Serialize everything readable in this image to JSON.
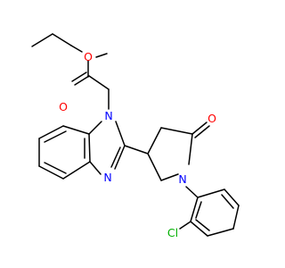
{
  "atoms": {
    "o_ester": "O",
    "o_carbonyl_ester": "O",
    "n_benz_1": "N",
    "n_benz_3": "N",
    "o_lactam": "O",
    "n_pyrrolidine": "N",
    "cl": "Cl"
  },
  "colors": {
    "oxygen": "#ff0000",
    "nitrogen": "#0000ff",
    "chlorine": "#00b000",
    "bond": "#000000"
  }
}
